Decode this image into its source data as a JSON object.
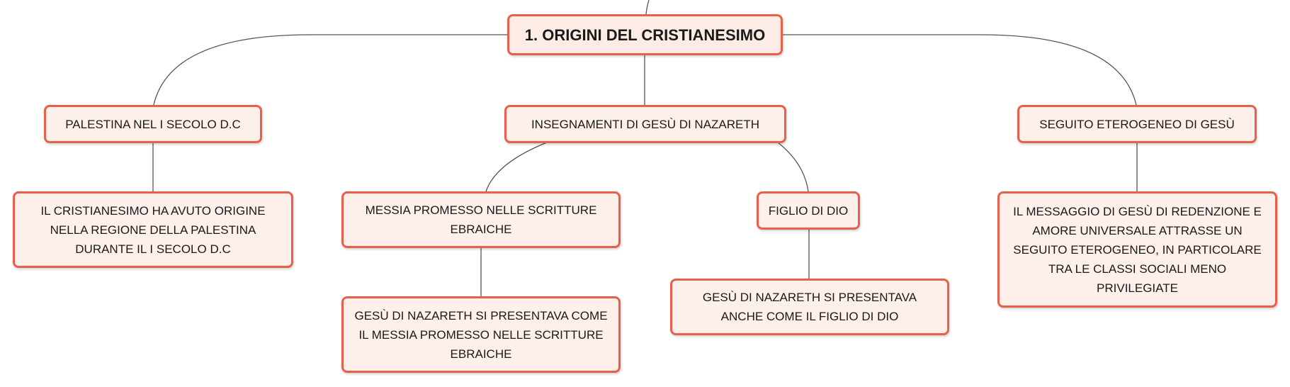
{
  "diagram": {
    "type": "mind-map",
    "colors": {
      "node_border": "#e8604c",
      "node_fill": "#fdf0ea",
      "connector": "#555555",
      "text": "#1a1a1a"
    },
    "root": {
      "label": "1. ORIGINI DEL CRISTIANESIMO"
    },
    "branches": {
      "palestina": {
        "label": "PALESTINA NEL I SECOLO D.C",
        "detail": "IL CRISTIANESIMO HA AVUTO ORIGINE NELLA REGIONE DELLA PALESTINA DURANTE IL I SECOLO D.C"
      },
      "insegnamenti": {
        "label": "INSEGNAMENTI DI GESÙ DI NAZARETH",
        "messia": {
          "label": "MESSIA PROMESSO NELLE SCRITTURE EBRAICHE",
          "detail": "GESÙ DI NAZARETH SI PRESENTAVA COME IL MESSIA PROMESSO NELLE SCRITTURE EBRAICHE"
        },
        "figlio": {
          "label": "FIGLIO DI DIO",
          "detail": "GESÙ DI NAZARETH SI PRESENTAVA ANCHE COME IL FIGLIO DI DIO"
        }
      },
      "seguito": {
        "label": "SEGUITO ETEROGENEO DI GESÙ",
        "detail": "IL MESSAGGIO DI GESÙ DI REDENZIONE E AMORE UNIVERSALE ATTRASSE UN SEGUITO ETEROGENEO, IN PARTICOLARE TRA LE CLASSI SOCIALI MENO PRIVILEGIATE"
      }
    }
  }
}
